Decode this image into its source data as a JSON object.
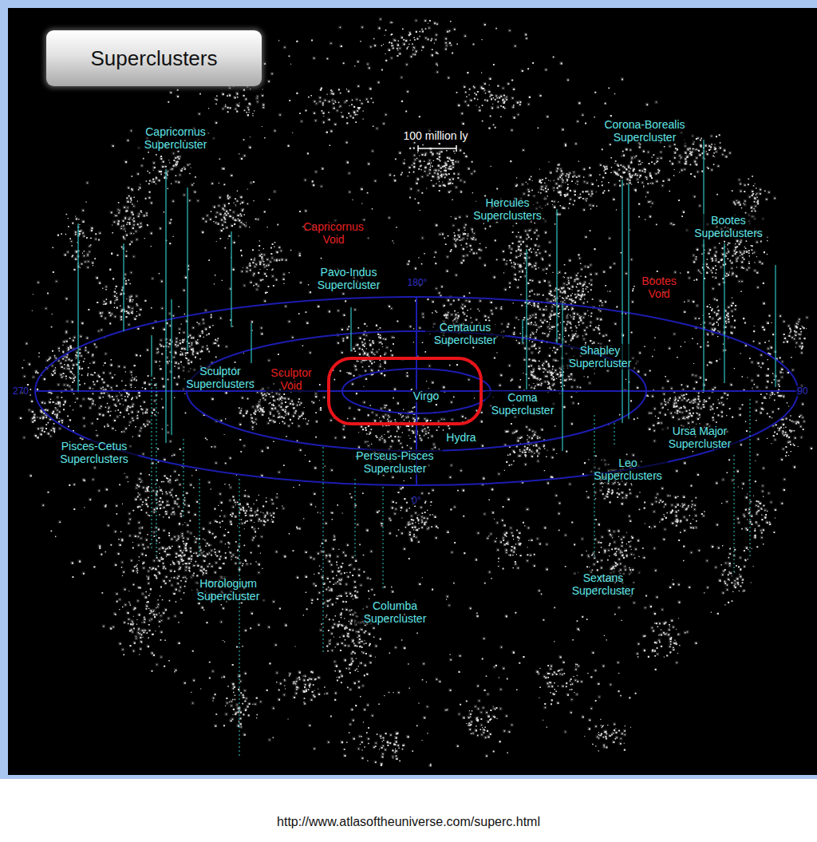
{
  "diagram": {
    "title": "Superclusters",
    "caption": "http://www.atlasoftheuniverse.com/superc.html",
    "nodes": [
      {
        "text": [
          "Virgo"
        ]
      }
    ],
    "labels": [
      "Capricornus Supercluster",
      "Corona-Borealis Supercluster",
      "100 million ly",
      "Hercules Superclusters",
      "Bootes Superclusters",
      "Capricornus Void",
      "Pavo-Indus Supercluster",
      "180°",
      "Bootes Void",
      "Centaurus Supercluster",
      "Shapley Supercluster",
      "Sculptor Superclusters",
      "Sculptor Void",
      "270",
      "Coma Supercluster",
      "90",
      "Ursa Major Supercluster",
      "Hydra",
      "Pisces-Cetus Superclusters",
      "Perseus-Pisces Supercluster",
      "Leo Superclusters",
      "0°",
      "Horologium Supercluster",
      "Columba Supercluster",
      "Sextans Supercluster"
    ]
  }
}
